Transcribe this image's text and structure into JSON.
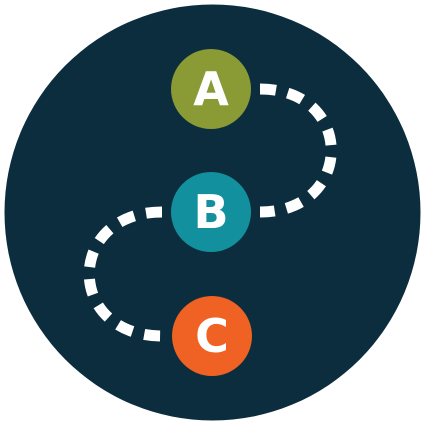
{
  "colors": {
    "background_circle": "#0b2d3e",
    "path": "#ffffff",
    "text": "#ffffff"
  },
  "nodes": [
    {
      "label": "A",
      "color": "#8a9a35"
    },
    {
      "label": "B",
      "color": "#13909e"
    },
    {
      "label": "C",
      "color": "#f06223"
    }
  ]
}
